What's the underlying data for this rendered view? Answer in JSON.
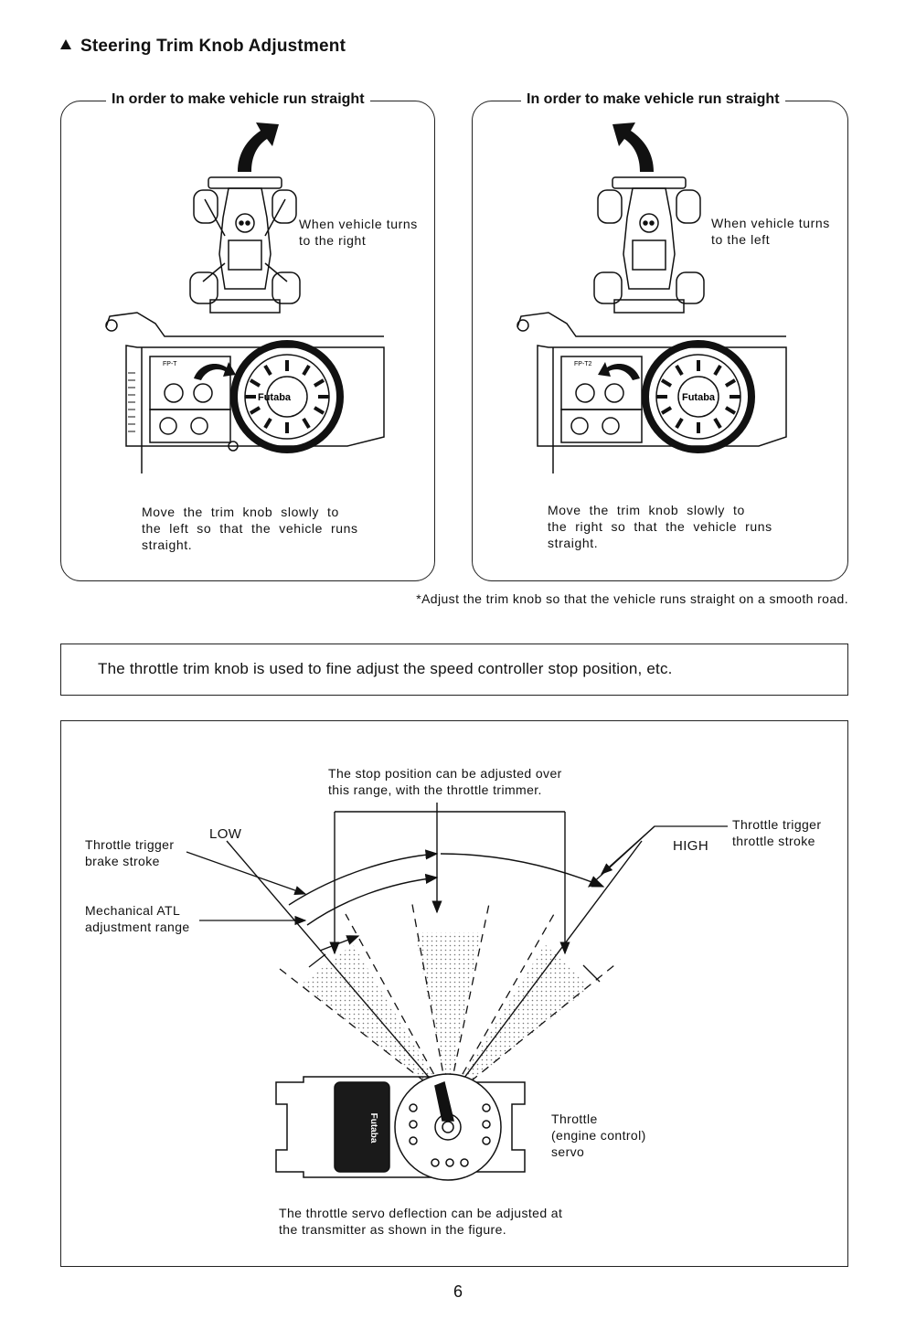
{
  "section": {
    "title": "Steering Trim Knob Adjustment"
  },
  "left_panel": {
    "heading": "In order to make vehicle run straight",
    "vehicle_note_line1": "When vehicle turns",
    "vehicle_note_line2": "to the right",
    "instruction_line1": "Move  the  trim  knob  slowly  to",
    "instruction_line2": "the  left  so  that  the  vehicle  runs",
    "instruction_line3": "straight.",
    "brand": "Futaba",
    "model": "FP-T"
  },
  "right_panel": {
    "heading": "In order to make vehicle run straight",
    "vehicle_note_line1": "When vehicle turns",
    "vehicle_note_line2": "to the left",
    "instruction_line1": "Move  the  trim  knob  slowly  to",
    "instruction_line2": "the  right  so  that  the  vehicle  runs",
    "instruction_line3": "straight.",
    "brand": "Futaba",
    "model": "FP-T2"
  },
  "footnote": "*Adjust the trim knob so that the vehicle runs straight on a smooth road.",
  "info_box": {
    "text": "The throttle trim knob is used to fine adjust the speed controller stop position, etc."
  },
  "throttle_figure": {
    "top_caption_line1": "The stop position can be adjusted over",
    "top_caption_line2": "this range, with the throttle trimmer.",
    "low_label": "LOW",
    "high_label": "HIGH",
    "brake_label_line1": "Throttle trigger",
    "brake_label_line2": "brake stroke",
    "throttle_label_line1": "Throttle trigger",
    "throttle_label_line2": "throttle stroke",
    "atl_label_line1": "Mechanical ATL",
    "atl_label_line2": "adjustment range",
    "servo_label_line1": "Throttle",
    "servo_label_line2": "(engine control)",
    "servo_label_line3": "servo",
    "servo_brand": "Futaba",
    "bottom_caption_line1": "The throttle servo deflection can be adjusted at",
    "bottom_caption_line2": "the transmitter as shown in the figure."
  },
  "page_number": "6"
}
